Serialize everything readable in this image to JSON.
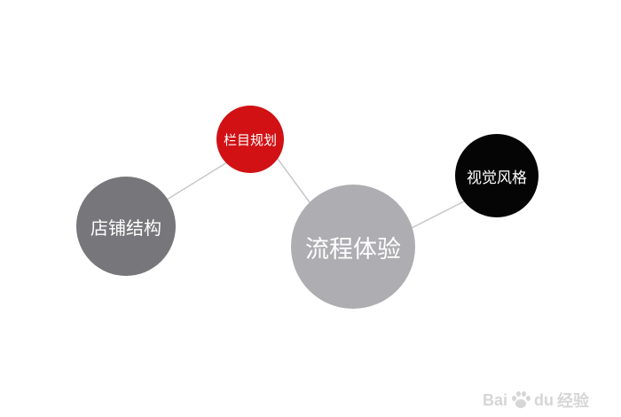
{
  "nodes": {
    "store_structure": {
      "label": "店铺结构",
      "color": "#77767a"
    },
    "column_planning": {
      "label": "栏目规划",
      "color": "#d11114"
    },
    "process_experience": {
      "label": "流程体验",
      "color": "#aeadb1"
    },
    "visual_style": {
      "label": "视觉风格",
      "color": "#050505"
    }
  },
  "connector_color": "#c8c8cc",
  "watermark": {
    "brand_latin": "Bai",
    "brand_du": "du",
    "brand_suffix": "经验",
    "color": "#d2d2d2"
  }
}
